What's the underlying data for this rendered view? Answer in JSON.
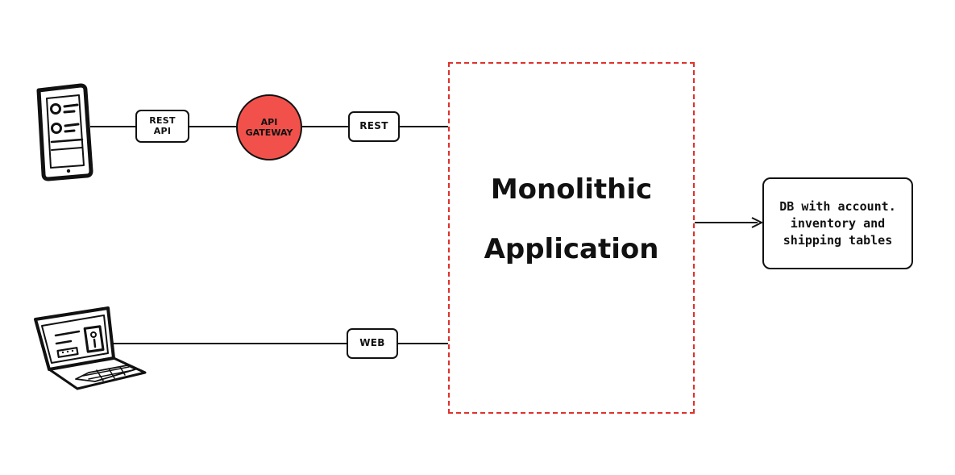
{
  "mobile_link": {
    "label_1": "REST\nAPI",
    "gateway": "API\nGATEWAY",
    "label_2": "REST"
  },
  "web_link": {
    "label": "WEB"
  },
  "monolith": {
    "title_line1": "Monolithic",
    "title_line2": "Application",
    "border_color": "#e0312b"
  },
  "database": {
    "label": "DB with account.\ninventory and\nshipping tables"
  },
  "colors": {
    "gateway_fill": "#f2514b",
    "stroke": "#111111"
  },
  "icons": [
    "mobile-phone-icon",
    "laptop-icon"
  ]
}
